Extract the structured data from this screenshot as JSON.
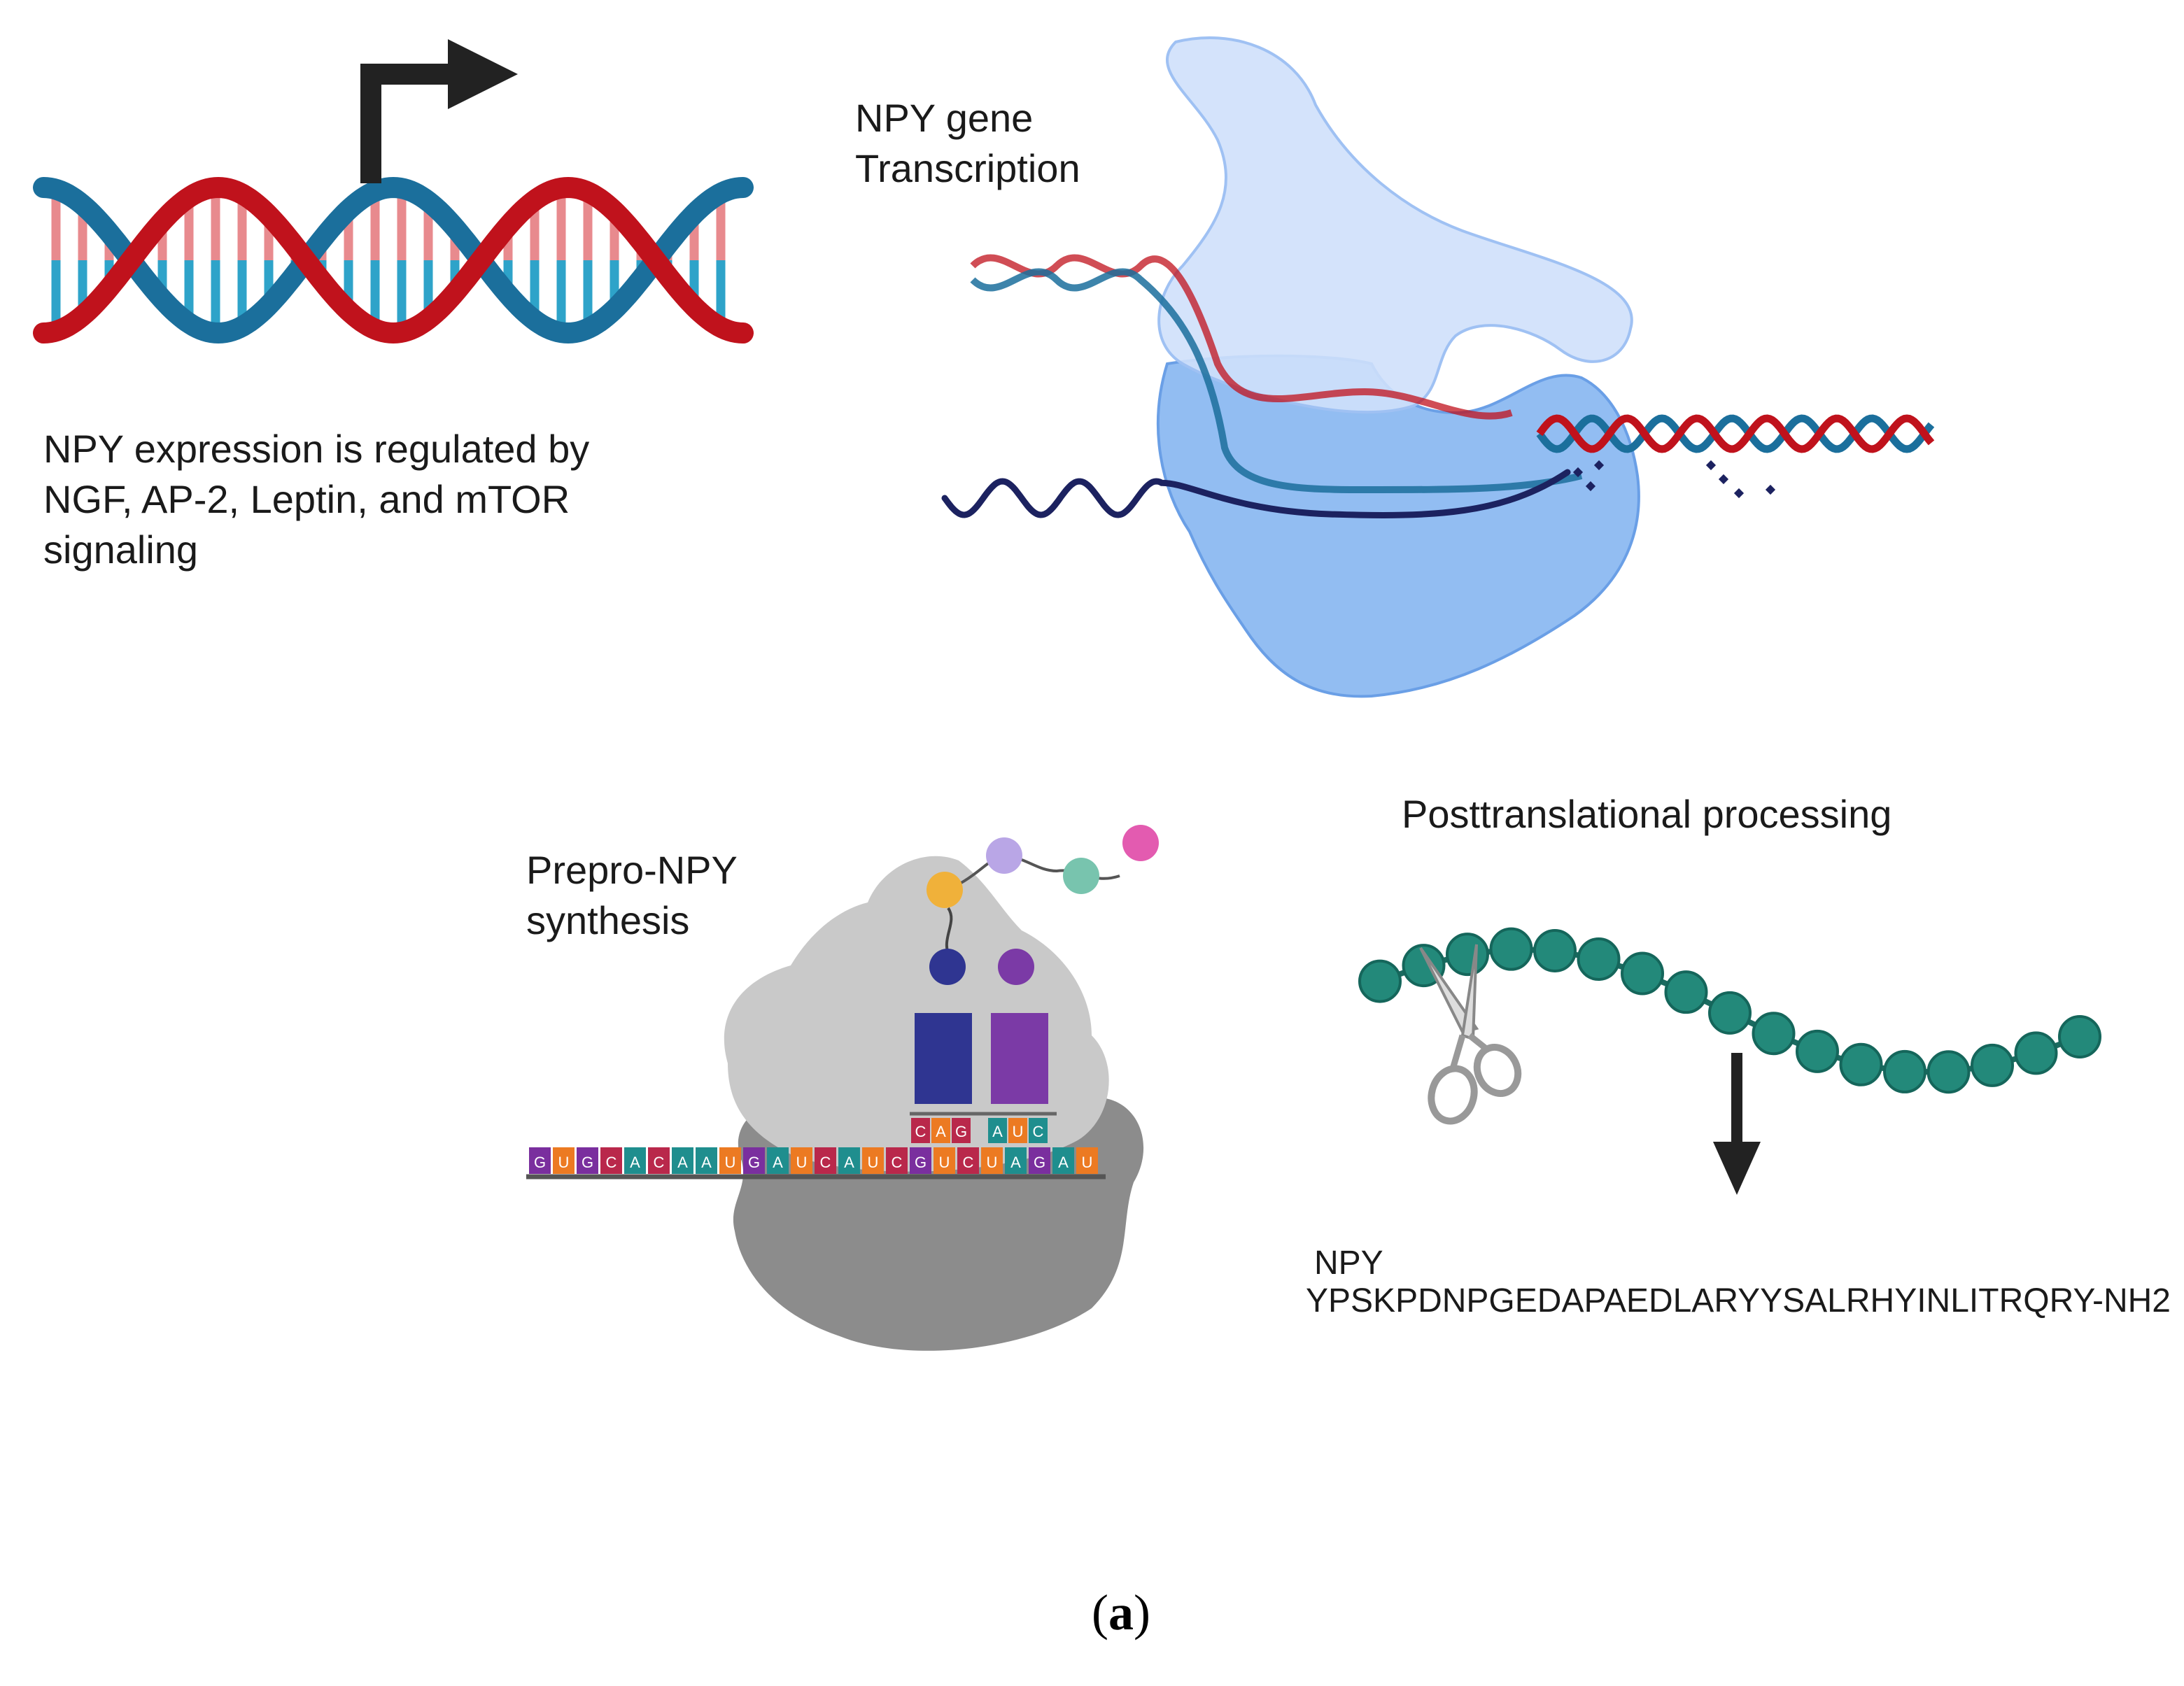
{
  "labels": {
    "regulation_text": "NPY expression is regulated by\nNGF, AP-2, Leptin, and mTOR\nsignaling",
    "transcription_text": "NPY gene\nTranscription",
    "synthesis_text": "Prepro-NPY\nsynthesis",
    "processing_text": "Posttranslational processing",
    "product_name": "NPY",
    "product_sequence": "YPSKPDNPGEDAPAEDLARYYSALRHYINLITRQRY-NH2"
  },
  "caption": {
    "open": "(",
    "letter": "a",
    "close": ")"
  },
  "anticodon_left": [
    "C",
    "A",
    "G"
  ],
  "anticodon_right": [
    "A",
    "U",
    "C"
  ],
  "mrna_codons": [
    "G",
    "U",
    "G",
    "C",
    "A",
    "C",
    "A",
    "A",
    "U",
    "G",
    "A",
    "U",
    "C",
    "A",
    "U",
    "C",
    "G",
    "U",
    "C",
    "U",
    "A",
    "G",
    "A",
    "U"
  ],
  "colors": {
    "dna_red": "#c0121c",
    "dna_blue": "#1b6f9c",
    "rung_pink": "#e88a8e",
    "rung_cyan": "#2ea3c9",
    "polymerase_top": "#cfe0fb",
    "polymerase_bottom": "#7fb2f0",
    "rna_strand": "#1c2260",
    "ribosome_light": "#c9c9c9",
    "ribosome_dark": "#8c8c8c",
    "trna_blue": "#2f3591",
    "trna_purple": "#7b3aa6",
    "bead_teal": "#23897a",
    "base_purple": "#7a2f9e",
    "base_orange": "#ec7a22",
    "base_teal": "#1f8e8e",
    "base_red": "#b9284b"
  }
}
